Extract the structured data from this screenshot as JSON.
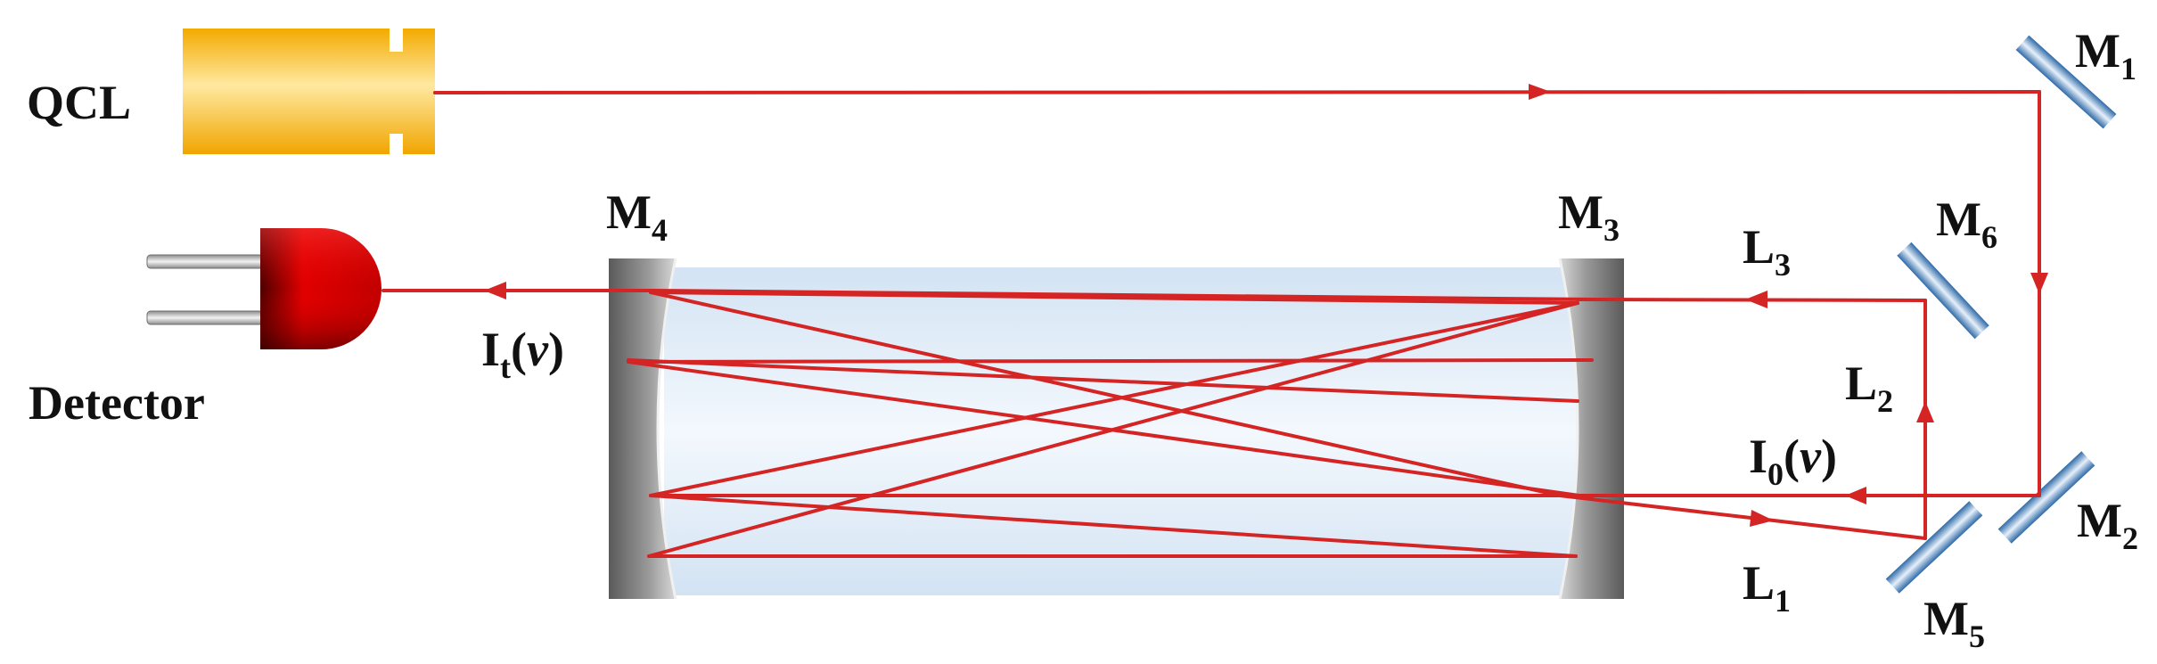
{
  "labels": {
    "qcl": "QCL",
    "detector": "Detector",
    "m1": {
      "main": "M",
      "sub": "1"
    },
    "m2": {
      "main": "M",
      "sub": "2"
    },
    "m3": {
      "main": "M",
      "sub": "3"
    },
    "m4": {
      "main": "M",
      "sub": "4"
    },
    "m5": {
      "main": "M",
      "sub": "5"
    },
    "m6": {
      "main": "M",
      "sub": "6"
    },
    "l1": {
      "main": "L",
      "sub": "1"
    },
    "l2": {
      "main": "L",
      "sub": "2"
    },
    "l3": {
      "main": "L",
      "sub": "3"
    },
    "it": {
      "main": "I",
      "sub": "t",
      "rest_open": "(",
      "var": "v",
      "rest_close": ")"
    },
    "i0": {
      "main": "I",
      "sub": "0",
      "rest_open": "(",
      "var": "v",
      "rest_close": ")"
    }
  },
  "colors": {
    "beam": "#d42424",
    "qcl_body": "#f6b300",
    "qcl_highlight": "#ffe9a0",
    "detector_red": "#e00000",
    "mirror_blue": "#3a78b8",
    "mirror_light": "#e6f0fa",
    "cavity_mirror": "#7a7a7a",
    "cell_fill": "#dce9f6"
  },
  "icons": {
    "laser": "quantum-cascade-laser-icon",
    "detector": "photodetector-icon"
  }
}
